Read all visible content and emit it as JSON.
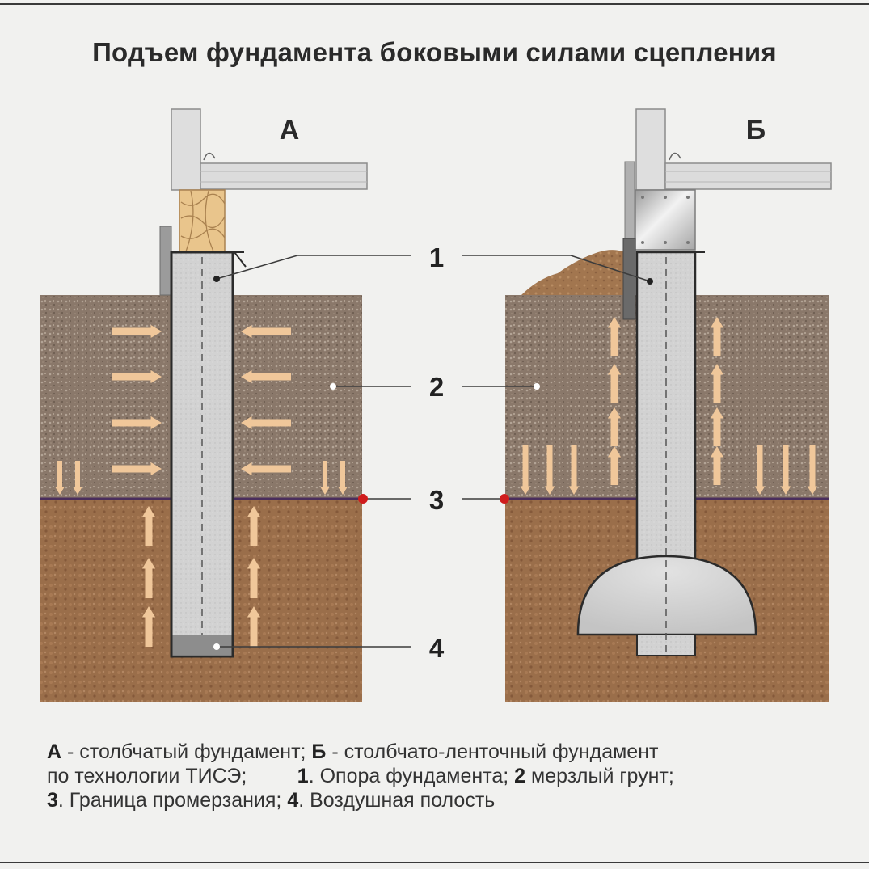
{
  "title": "Подъем фундамента боковыми силами сцепления",
  "panels": {
    "a_label": "А",
    "b_label": "Б"
  },
  "callouts": [
    "1",
    "2",
    "3",
    "4"
  ],
  "caption": {
    "line1": [
      {
        "t": "А",
        "b": true
      },
      {
        "t": " - столбчатый фундамент; "
      },
      {
        "t": "Б",
        "b": true
      },
      {
        "t": " - столбчато-ленточный фундамент"
      }
    ],
    "line2": [
      {
        "t": "по технологии ТИСЭ;         "
      },
      {
        "t": "1",
        "b": true
      },
      {
        "t": ". Опора фундамента; "
      },
      {
        "t": "2",
        "b": true
      },
      {
        "t": " мерзлый грунт;"
      }
    ],
    "line3": [
      {
        "t": "3",
        "b": true
      },
      {
        "t": ". Граница промерзания; "
      },
      {
        "t": "4",
        "b": true
      },
      {
        "t": ". Воздушная полость"
      }
    ]
  },
  "colors": {
    "frozen_soil": "#8e7d6d",
    "thawed_soil": "#9b6f4b",
    "concrete": "#cfcfcf",
    "arrow": "#f0c79a",
    "frost_line": "#4a2e5c",
    "marker": "#d01c1c",
    "timber": "#e8c48a"
  }
}
